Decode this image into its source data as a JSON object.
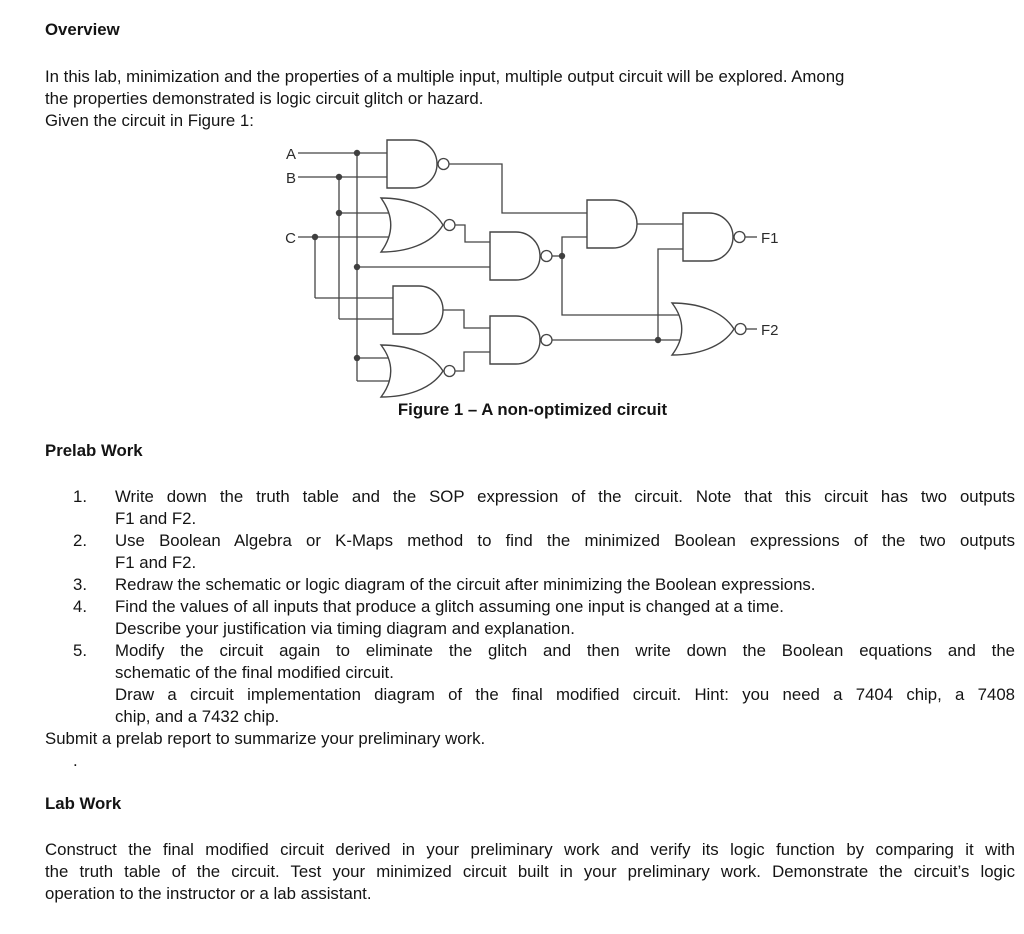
{
  "overview": {
    "heading": "Overview",
    "lines": [
      "In this lab, minimization and the properties of a multiple input, multiple output circuit will be explored. Among",
      "the properties demonstrated is logic circuit glitch or hazard.",
      "Given the circuit in Figure 1:"
    ]
  },
  "figure": {
    "caption": "Figure 1 – A non-optimized circuit",
    "labels": {
      "input_a": "A",
      "input_b": "B",
      "input_c": "C",
      "output_f1": "F1",
      "output_f2": "F2"
    },
    "gates": [
      {
        "id": "G1",
        "type": "NAND",
        "inputs": [
          "A",
          "B"
        ]
      },
      {
        "id": "G2",
        "type": "NOR",
        "inputs": [
          "B",
          "C"
        ]
      },
      {
        "id": "G3",
        "type": "NAND",
        "inputs": [
          "G2",
          "A"
        ]
      },
      {
        "id": "G4",
        "type": "AND",
        "inputs": [
          "G1",
          "G3"
        ]
      },
      {
        "id": "G5",
        "type": "NAND",
        "inputs": [
          "G4",
          "G8"
        ],
        "output": "F1"
      },
      {
        "id": "G6",
        "type": "AND",
        "inputs": [
          "C",
          "B"
        ]
      },
      {
        "id": "G7",
        "type": "NOR",
        "inputs": [
          "A",
          "A"
        ]
      },
      {
        "id": "G8",
        "type": "NAND",
        "inputs": [
          "G6",
          "G7"
        ]
      },
      {
        "id": "G9",
        "type": "NOR",
        "inputs": [
          "G3",
          "G8"
        ],
        "output": "F2"
      }
    ]
  },
  "prelab": {
    "heading": "Prelab Work",
    "items": [
      {
        "number": "1.",
        "lines": [
          "Write down the truth table and the SOP expression of the circuit. Note that this circuit has two outputs",
          "F1 and F2."
        ]
      },
      {
        "number": "2.",
        "lines": [
          "Use Boolean Algebra or K-Maps method to find the minimized Boolean expressions of the two outputs",
          "F1 and F2."
        ]
      },
      {
        "number": "3.",
        "lines": [
          "Redraw the schematic or logic diagram of the circuit after minimizing the Boolean expressions."
        ]
      },
      {
        "number": "4.",
        "lines": [
          "Find the values of all inputs that produce a glitch assuming one input is changed at a time.",
          "Describe your justification via timing diagram and explanation."
        ]
      },
      {
        "number": "5.",
        "lines": [
          "Modify the circuit again to eliminate the glitch and then write down the Boolean equations and the",
          "schematic of the final modified circuit.",
          "Draw a circuit implementation diagram of the final modified circuit. Hint: you need a 7404 chip, a 7408",
          "chip, and a 7432 chip."
        ]
      }
    ],
    "submit_line": "Submit a prelab report to summarize your preliminary work.",
    "stray_period": "."
  },
  "lab": {
    "heading": "Lab Work",
    "lines": [
      "Construct the final modified circuit derived in your preliminary work and verify its logic function by comparing it with",
      "the truth table of the circuit. Test your minimized circuit built in your preliminary work. Demonstrate the circuit’s logic",
      "operation to the instructor or a lab assistant."
    ]
  }
}
